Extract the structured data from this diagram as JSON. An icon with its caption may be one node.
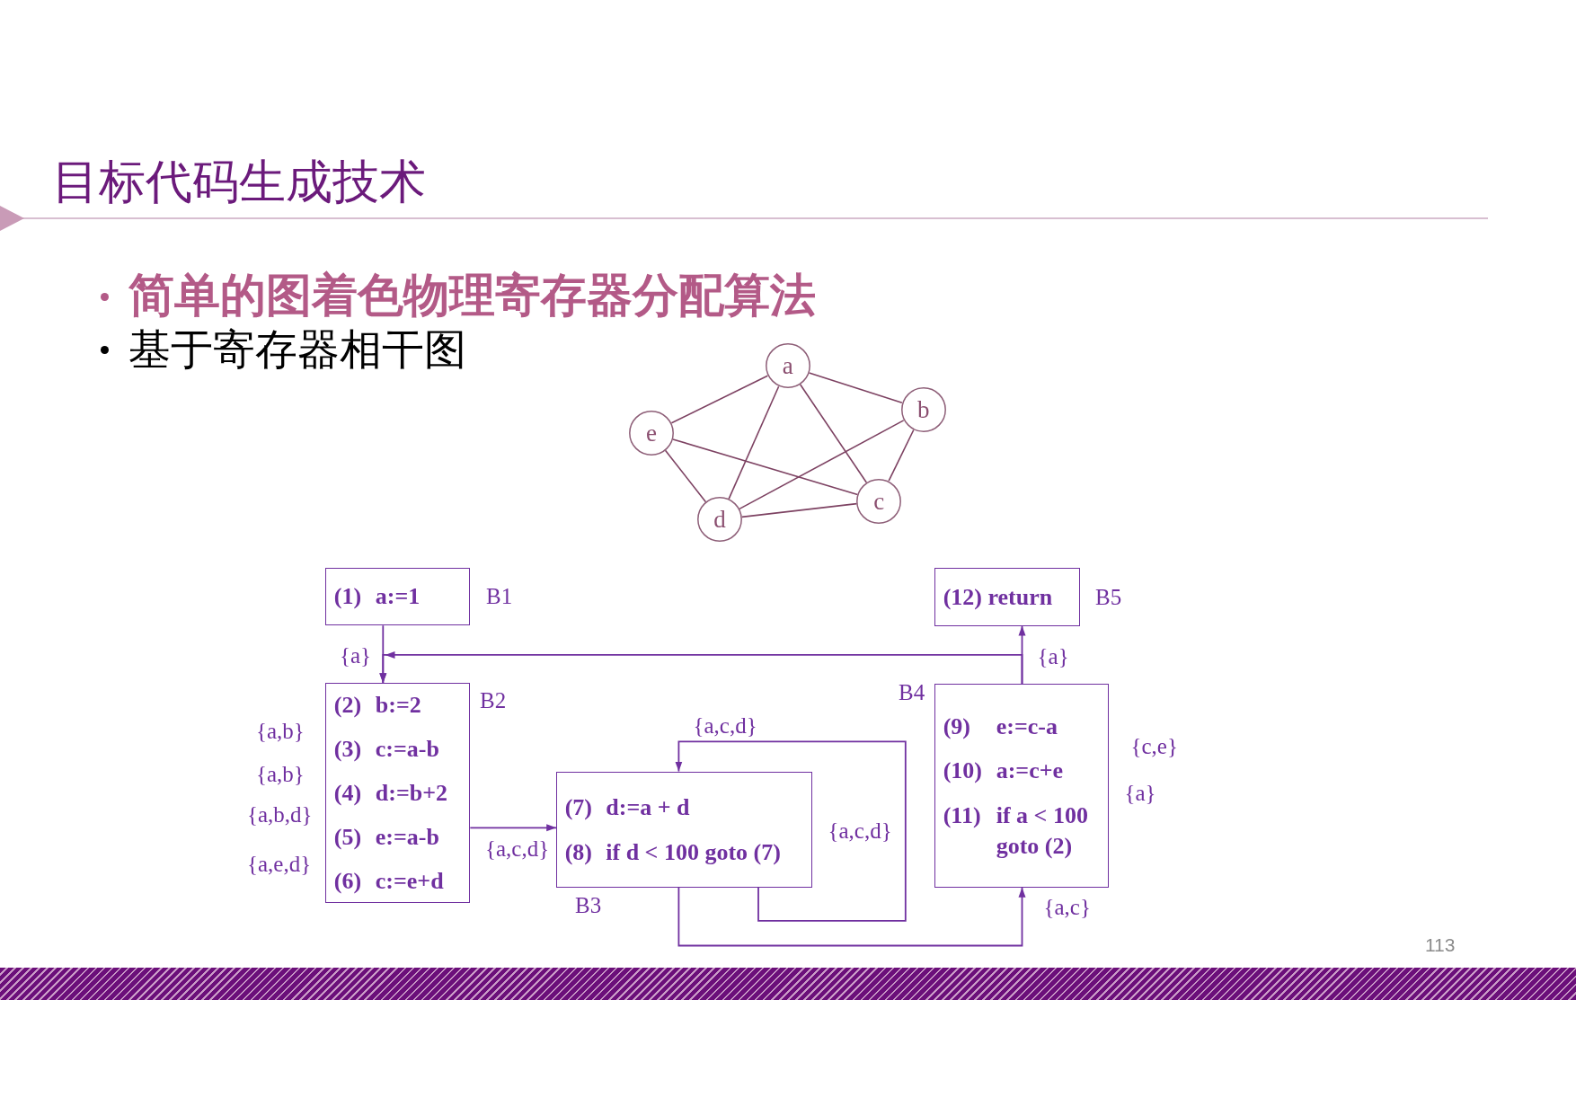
{
  "diagram": {
    "title": "目标代码生成技术",
    "nodes": [
      {
        "text": [
          "a"
        ]
      },
      {
        "text": [
          "b"
        ]
      },
      {
        "text": [
          "e"
        ]
      },
      {
        "text": [
          "c"
        ]
      },
      {
        "text": [
          "d"
        ]
      },
      {
        "text": [
          "(1) a:=1"
        ],
        "beside": [
          "B1"
        ]
      },
      {
        "text": [
          "(12) return"
        ],
        "beside": [
          "B5"
        ]
      },
      {
        "text": [
          "(2) b:=2",
          "(3) c:=a-b",
          "(4) d:=b+2",
          "(5) e:=a-b",
          "(6) c:=e+d"
        ],
        "beside": [
          "B2"
        ]
      },
      {
        "text": [
          "(9) e:=c-a",
          "(10) a:=c+e",
          "(11) if a < 100 goto (2)"
        ],
        "beside": [
          "B4"
        ]
      },
      {
        "text": [
          "(7) d:=a + d",
          "(8) if d < 100 goto (7)"
        ],
        "beside": [
          "B3"
        ]
      }
    ],
    "edges": [
      {
        "from": 0,
        "to": 1,
        "arrow": "none"
      },
      {
        "from": 0,
        "to": 2,
        "arrow": "none"
      },
      {
        "from": 0,
        "to": 4,
        "arrow": "none"
      },
      {
        "from": 0,
        "to": 3,
        "arrow": "none"
      },
      {
        "from": 1,
        "to": 4,
        "arrow": "none"
      },
      {
        "from": 1,
        "to": 3,
        "arrow": "none"
      },
      {
        "from": 2,
        "to": 3,
        "arrow": "none"
      },
      {
        "from": 2,
        "to": 4,
        "arrow": "none"
      },
      {
        "from": 4,
        "to": 3,
        "arrow": "none"
      },
      {
        "from": 5,
        "to": 7,
        "arrow": "to",
        "label": "{a}",
        "color": "#7030a0"
      },
      {
        "from": 8,
        "to": 6,
        "arrow": "to",
        "label": "{a}",
        "color": "#7030a0"
      },
      {
        "from": 8,
        "to": 7,
        "arrow": "to",
        "color": "#7030a0"
      },
      {
        "from": 7,
        "to": 9,
        "arrow": "to",
        "label": "{a,c,d}",
        "color": "#7030a0"
      },
      {
        "from": 9,
        "to": 9,
        "arrow": "to",
        "label": "{a,c,d}",
        "color": "#7030a0"
      },
      {
        "from": 9,
        "to": 8,
        "arrow": "to",
        "label": "{a,c}",
        "color": "#7030a0"
      }
    ],
    "labels": [
      "简单的图着色物理寄存器分配算法",
      "基于寄存器相干图",
      "{a,b}",
      "{c,e}",
      "{a,b}",
      "{a}",
      "{a,b,d}",
      "{a,c,d}",
      "{a,e,d}",
      "113"
    ]
  }
}
